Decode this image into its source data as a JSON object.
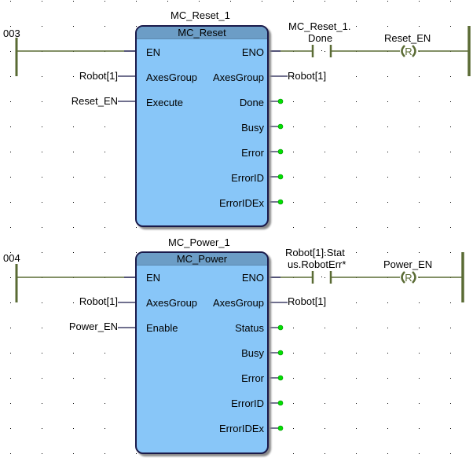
{
  "colors": {
    "rail": "#5a6b34",
    "wire": "#5a6b34",
    "pin_wire": "#1a1a4a",
    "block_fill": "#88c6f8",
    "block_header": "#6c9dc6",
    "output_dot": "#00e000",
    "grid_dot": "#000000"
  },
  "rungs": [
    {
      "number": "003",
      "block": {
        "instance": "MC_Reset_1",
        "type": "MC_Reset",
        "inputs": [
          {
            "pin": "EN",
            "var": ""
          },
          {
            "pin": "AxesGroup",
            "var": "Robot[1]"
          },
          {
            "pin": "Execute",
            "var": "Reset_EN"
          }
        ],
        "outputs": [
          {
            "pin": "ENO",
            "var": ""
          },
          {
            "pin": "AxesGroup",
            "var": "Robot[1]"
          },
          {
            "pin": "Done",
            "var": ""
          },
          {
            "pin": "Busy",
            "var": ""
          },
          {
            "pin": "Error",
            "var": ""
          },
          {
            "pin": "ErrorID",
            "var": ""
          },
          {
            "pin": "ErrorIDEx",
            "var": ""
          }
        ]
      },
      "contact": {
        "line1": "MC_Reset_1.",
        "line2": "Done",
        "type": "NO contact"
      },
      "coil": {
        "var": "Reset_EN",
        "type": "reset-coil",
        "glyph": "R"
      }
    },
    {
      "number": "004",
      "block": {
        "instance": "MC_Power_1",
        "type": "MC_Power",
        "inputs": [
          {
            "pin": "EN",
            "var": ""
          },
          {
            "pin": "AxesGroup",
            "var": "Robot[1]"
          },
          {
            "pin": "Enable",
            "var": "Power_EN"
          }
        ],
        "outputs": [
          {
            "pin": "ENO",
            "var": ""
          },
          {
            "pin": "AxesGroup",
            "var": "Robot[1]"
          },
          {
            "pin": "Status",
            "var": ""
          },
          {
            "pin": "Busy",
            "var": ""
          },
          {
            "pin": "Error",
            "var": ""
          },
          {
            "pin": "ErrorID",
            "var": ""
          },
          {
            "pin": "ErrorIDEx",
            "var": ""
          }
        ]
      },
      "contact": {
        "line1": "Robot[1].Stat",
        "line2": "us.RobotErr*",
        "type": "NO contact"
      },
      "coil": {
        "var": "Power_EN",
        "type": "reset-coil",
        "glyph": "R"
      }
    }
  ]
}
